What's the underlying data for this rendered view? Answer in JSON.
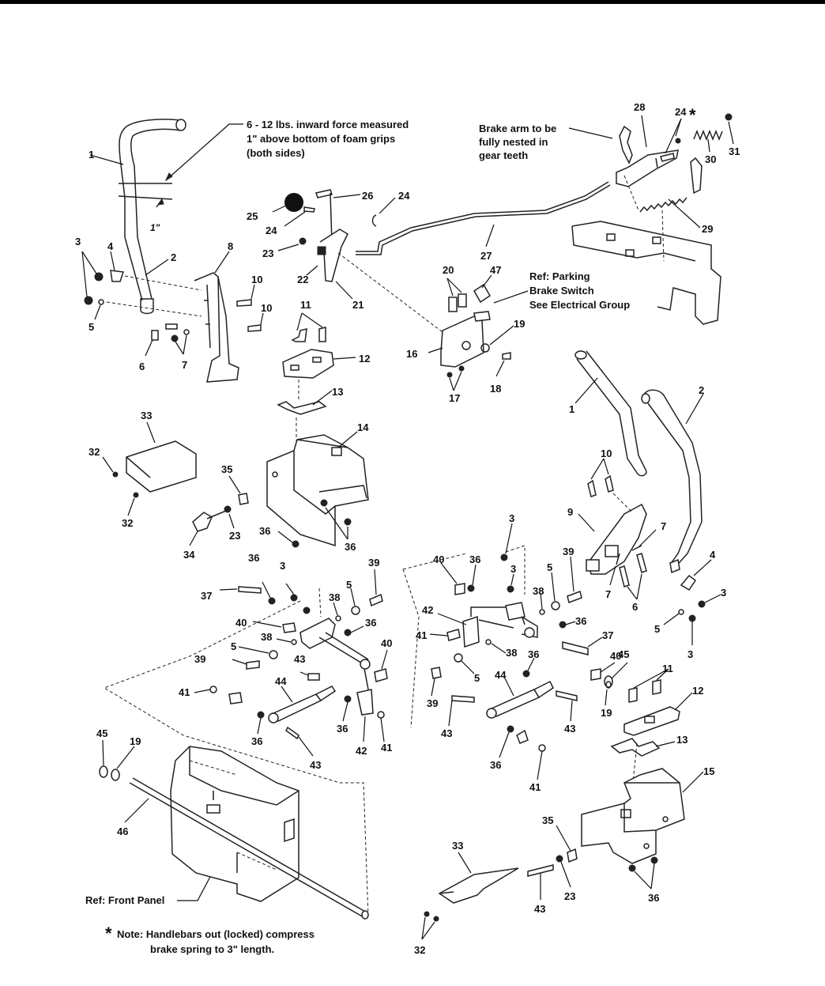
{
  "notes": {
    "force_note": [
      "6 - 12 lbs. inward force measured",
      "1\" above bottom of foam grips",
      "(both sides)"
    ],
    "brake_arm_note": [
      "Brake arm to be",
      "fully nested in",
      "gear teeth"
    ],
    "parking_brake_ref": [
      "Ref: Parking",
      "Brake Switch",
      "See Electrical Group"
    ],
    "front_panel_ref": "Ref: Front Panel",
    "bottom_note_star": "*",
    "bottom_note": [
      "Note: Handlebars out (locked) compress",
      "brake spring to 3\" length."
    ],
    "star_marker": "*",
    "one_inch": "1\""
  },
  "callouts": [
    {
      "id": "c1a",
      "label": "1"
    },
    {
      "id": "c2a",
      "label": "2"
    },
    {
      "id": "c3a",
      "label": "3"
    },
    {
      "id": "c4a",
      "label": "4"
    },
    {
      "id": "c5a",
      "label": "5"
    },
    {
      "id": "c6a",
      "label": "6"
    },
    {
      "id": "c7a",
      "label": "7"
    },
    {
      "id": "c8",
      "label": "8"
    },
    {
      "id": "c10a",
      "label": "10"
    },
    {
      "id": "c10b",
      "label": "10"
    },
    {
      "id": "c11a",
      "label": "11"
    },
    {
      "id": "c12a",
      "label": "12"
    },
    {
      "id": "c13a",
      "label": "13"
    },
    {
      "id": "c14",
      "label": "14"
    },
    {
      "id": "c16",
      "label": "16"
    },
    {
      "id": "c17",
      "label": "17"
    },
    {
      "id": "c18",
      "label": "18"
    },
    {
      "id": "c19a",
      "label": "19"
    },
    {
      "id": "c20",
      "label": "20"
    },
    {
      "id": "c21",
      "label": "21"
    },
    {
      "id": "c22",
      "label": "22"
    },
    {
      "id": "c23a",
      "label": "23"
    },
    {
      "id": "c24a",
      "label": "24"
    },
    {
      "id": "c24b",
      "label": "24"
    },
    {
      "id": "c25",
      "label": "25"
    },
    {
      "id": "c26",
      "label": "26"
    },
    {
      "id": "c27",
      "label": "27"
    },
    {
      "id": "c28",
      "label": "28"
    },
    {
      "id": "c24c",
      "label": "24"
    },
    {
      "id": "c29",
      "label": "29"
    },
    {
      "id": "c30",
      "label": "30"
    },
    {
      "id": "c31",
      "label": "31"
    },
    {
      "id": "c47",
      "label": "47"
    },
    {
      "id": "c32a",
      "label": "32"
    },
    {
      "id": "c32b",
      "label": "32"
    },
    {
      "id": "c33a",
      "label": "33"
    },
    {
      "id": "c34",
      "label": "34"
    },
    {
      "id": "c35a",
      "label": "35"
    },
    {
      "id": "c23b",
      "label": "23"
    },
    {
      "id": "c36a",
      "label": "36"
    },
    {
      "id": "c36b",
      "label": "36"
    },
    {
      "id": "c36c",
      "label": "36"
    },
    {
      "id": "c3b",
      "label": "3"
    },
    {
      "id": "c37a",
      "label": "37"
    },
    {
      "id": "c38a",
      "label": "38"
    },
    {
      "id": "c5b",
      "label": "5"
    },
    {
      "id": "c39a",
      "label": "39"
    },
    {
      "id": "c40a",
      "label": "40"
    },
    {
      "id": "c38b",
      "label": "38"
    },
    {
      "id": "c36d",
      "label": "36"
    },
    {
      "id": "c5c",
      "label": "5"
    },
    {
      "id": "c39b",
      "label": "39"
    },
    {
      "id": "c43a",
      "label": "43"
    },
    {
      "id": "c40b",
      "label": "40"
    },
    {
      "id": "c41a",
      "label": "41"
    },
    {
      "id": "c44a",
      "label": "44"
    },
    {
      "id": "c36e",
      "label": "36"
    },
    {
      "id": "c36f",
      "label": "36"
    },
    {
      "id": "c43b",
      "label": "43"
    },
    {
      "id": "c42a",
      "label": "42"
    },
    {
      "id": "c41b",
      "label": "41"
    },
    {
      "id": "c45a",
      "label": "45"
    },
    {
      "id": "c19b",
      "label": "19"
    },
    {
      "id": "c46",
      "label": "46"
    },
    {
      "id": "c1b",
      "label": "1"
    },
    {
      "id": "c2b",
      "label": "2"
    },
    {
      "id": "c10c",
      "label": "10"
    },
    {
      "id": "c9",
      "label": "9"
    },
    {
      "id": "c7b",
      "label": "7"
    },
    {
      "id": "c7c",
      "label": "7"
    },
    {
      "id": "c6b",
      "label": "6"
    },
    {
      "id": "c4b",
      "label": "4"
    },
    {
      "id": "c3c",
      "label": "3"
    },
    {
      "id": "c5d",
      "label": "5"
    },
    {
      "id": "c3d",
      "label": "3"
    },
    {
      "id": "c3e",
      "label": "3"
    },
    {
      "id": "c3f",
      "label": "3"
    },
    {
      "id": "c40c",
      "label": "40"
    },
    {
      "id": "c36g",
      "label": "36"
    },
    {
      "id": "c42b",
      "label": "42"
    },
    {
      "id": "c41c",
      "label": "41"
    },
    {
      "id": "c39c",
      "label": "39"
    },
    {
      "id": "c5e",
      "label": "5"
    },
    {
      "id": "c38c",
      "label": "38"
    },
    {
      "id": "c36h",
      "label": "36"
    },
    {
      "id": "c37b",
      "label": "37"
    },
    {
      "id": "c38d",
      "label": "38"
    },
    {
      "id": "c36i",
      "label": "36"
    },
    {
      "id": "c40d",
      "label": "40"
    },
    {
      "id": "c45b",
      "label": "45"
    },
    {
      "id": "c5f",
      "label": "5"
    },
    {
      "id": "c39d",
      "label": "39"
    },
    {
      "id": "c44b",
      "label": "44"
    },
    {
      "id": "c43c",
      "label": "43"
    },
    {
      "id": "c43d",
      "label": "43"
    },
    {
      "id": "c19c",
      "label": "19"
    },
    {
      "id": "c11b",
      "label": "11"
    },
    {
      "id": "c12b",
      "label": "12"
    },
    {
      "id": "c36j",
      "label": "36"
    },
    {
      "id": "c41d",
      "label": "41"
    },
    {
      "id": "c13b",
      "label": "13"
    },
    {
      "id": "c15",
      "label": "15"
    },
    {
      "id": "c33b",
      "label": "33"
    },
    {
      "id": "c35b",
      "label": "35"
    },
    {
      "id": "c43e",
      "label": "43"
    },
    {
      "id": "c23c",
      "label": "23"
    },
    {
      "id": "c36k",
      "label": "36"
    },
    {
      "id": "c32c",
      "label": "32"
    }
  ]
}
